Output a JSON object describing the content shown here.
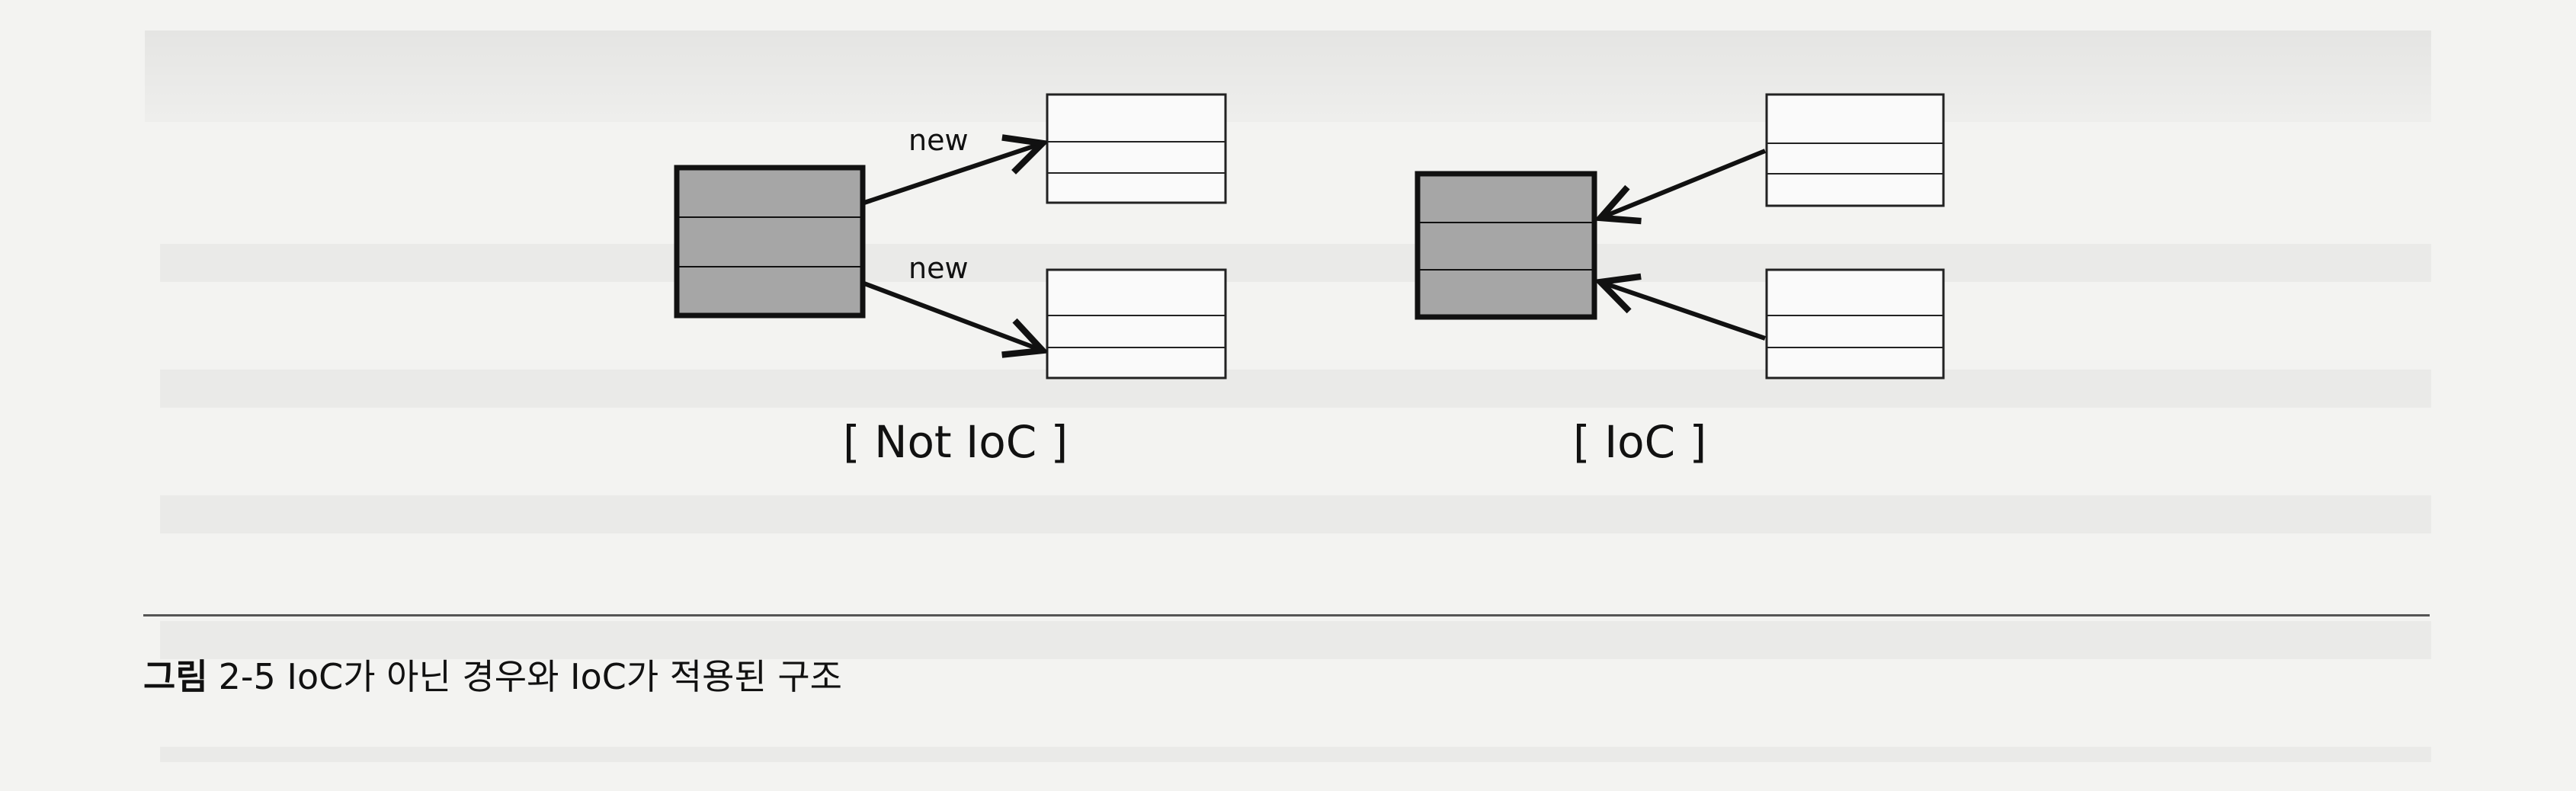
{
  "diagram": {
    "not_ioc": {
      "title": "[ Not IoC ]",
      "arrow_labels": [
        "new",
        "new"
      ]
    },
    "ioc": {
      "title": "[ IoC ]"
    }
  },
  "caption": {
    "prefix": "그림",
    "text": "2-5 IoC가 아닌 경우와 IoC가 적용된 구조"
  }
}
